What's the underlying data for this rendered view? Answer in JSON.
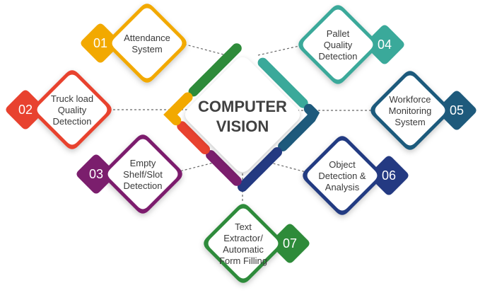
{
  "center": {
    "title_line1": "COMPUTER",
    "title_line2": "VISION"
  },
  "items": [
    {
      "number": "01",
      "lines": [
        "Attendance",
        "System"
      ],
      "color": "#f2a900"
    },
    {
      "number": "02",
      "lines": [
        "Truck load",
        "Quality",
        "Detection"
      ],
      "color": "#e8422f"
    },
    {
      "number": "03",
      "lines": [
        "Empty",
        "Shelf/Slot",
        "Detection"
      ],
      "color": "#7b1e6d"
    },
    {
      "number": "04",
      "lines": [
        "Pallet",
        "Quality",
        "Detection"
      ],
      "color": "#3aa99a"
    },
    {
      "number": "05",
      "lines": [
        "Workforce",
        "Monitoring",
        "System"
      ],
      "color": "#1e5a7c"
    },
    {
      "number": "06",
      "lines": [
        "Object",
        "Detection &",
        "Analysis"
      ],
      "color": "#243a82"
    },
    {
      "number": "07",
      "lines": [
        "Text",
        "Extractor/",
        "Automatic",
        "Form Filling"
      ],
      "color": "#2e8b3a"
    }
  ],
  "colors": {
    "connector": "#666666",
    "center_accents": [
      "#f2a900",
      "#e8422f",
      "#7b1e6d",
      "#2e8b3a",
      "#243a82",
      "#1e5a7c",
      "#3aa99a"
    ]
  }
}
